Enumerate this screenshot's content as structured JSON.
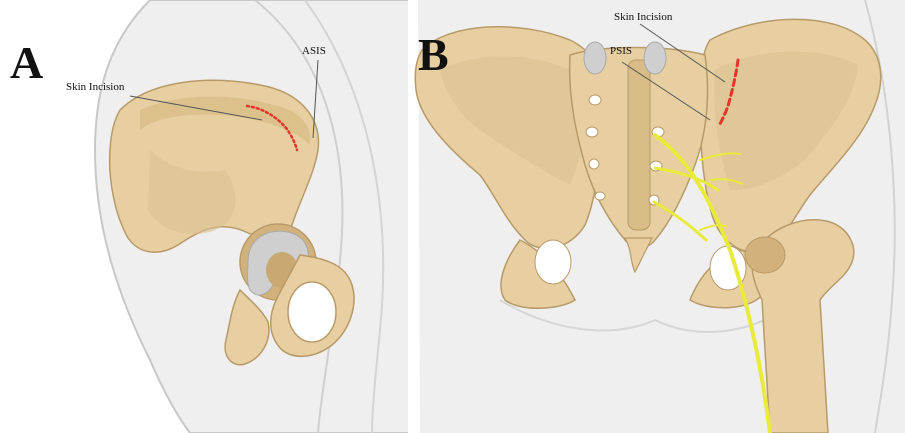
{
  "panel_a": {
    "letter": "A",
    "labels": {
      "skin_incision": "Skin Incision",
      "asis": "ASIS"
    }
  },
  "panel_b": {
    "letter": "B",
    "labels": {
      "skin_incision": "Skin Incision",
      "psis": "PSIS"
    }
  },
  "colors": {
    "bone": "#e7cfa2",
    "bone_dark": "#d2b27c",
    "bone_outline": "#b89a68",
    "skin": "#ededed",
    "skin_outline": "#c9c9c9",
    "incision": "#e5342b",
    "nerve": "#eaea3c",
    "cartilage": "#cfcfcf"
  }
}
